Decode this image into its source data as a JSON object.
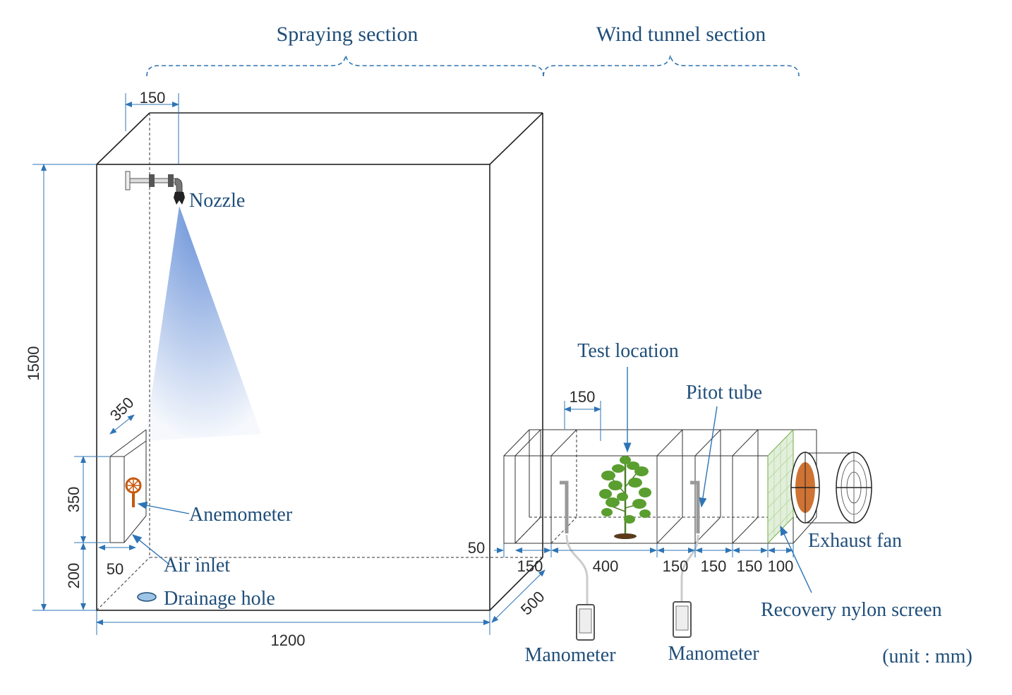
{
  "labels": {
    "spraying_section": "Spraying section",
    "wind_tunnel_section": "Wind tunnel section",
    "nozzle": "Nozzle",
    "test_location": "Test location",
    "pitot_tube": "Pitot tube",
    "anemometer": "Anemometer",
    "air_inlet": "Air inlet",
    "drainage_hole": "Drainage hole",
    "exhaust_fan": "Exhaust fan",
    "recovery_nylon_screen": "Recovery nylon screen",
    "manometer_1": "Manometer",
    "manometer_2": "Manometer",
    "unit": "(unit : mm)"
  },
  "dimensions": {
    "nozzle_offset": "150",
    "height": "1500",
    "inlet_depth": "350",
    "inlet_height": "350",
    "inlet_bottom": "200",
    "inlet_offset": "50",
    "length": "1200",
    "width": "500",
    "duct_gap": "50",
    "test_offset": "150",
    "duct_1": "150",
    "duct_2": "400",
    "duct_3": "150",
    "duct_4": "150",
    "duct_5": "150",
    "duct_6": "100"
  },
  "colors": {
    "label": "#1f4e79",
    "dimension_line": "#2e74b5",
    "spray": "#4a7bd0",
    "anemometer": "#c55a11",
    "fan": "#c55a11",
    "plant": "#5a9e2f",
    "drain_fill": "#9dc3e6"
  }
}
